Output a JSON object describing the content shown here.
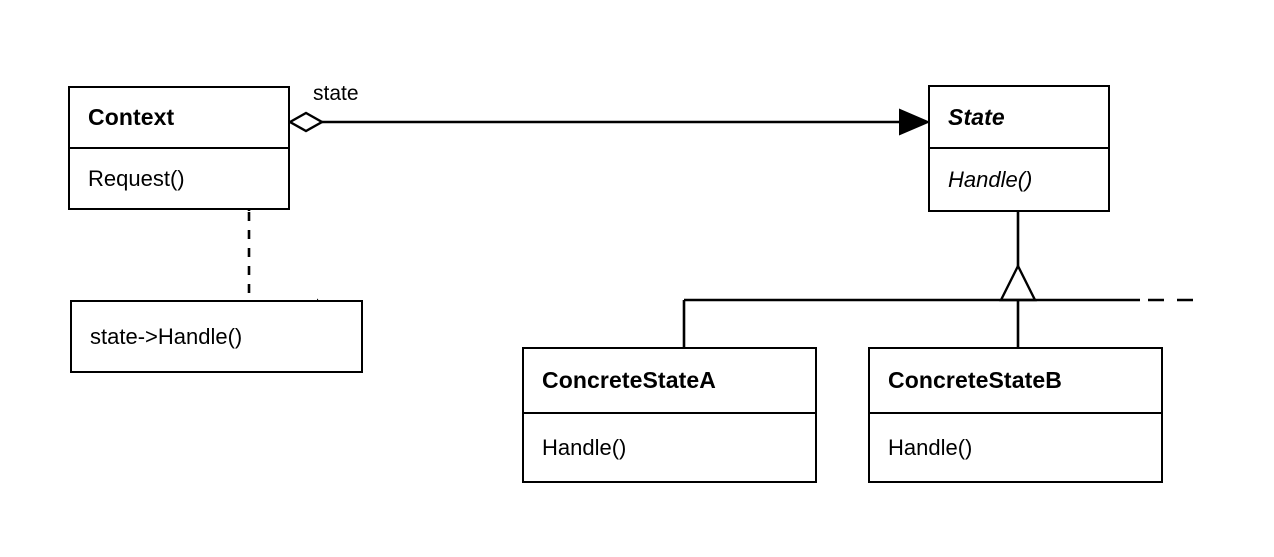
{
  "diagram": {
    "title": "State pattern class diagram",
    "notation": "UML class diagram",
    "background_color": "#ffffff",
    "line_color": "#000000",
    "fold_fill_color": "#b3b3b3",
    "classes": [
      {
        "id": "context",
        "name": "Context",
        "abstract": false,
        "operations": [
          "Request()"
        ],
        "operations_abstract": false
      },
      {
        "id": "state",
        "name": "State",
        "abstract": true,
        "operations": [
          "Handle()"
        ],
        "operations_abstract": true
      },
      {
        "id": "concrete-state-a",
        "name": "ConcreteStateA",
        "abstract": false,
        "operations": [
          "Handle()"
        ],
        "operations_abstract": false
      },
      {
        "id": "concrete-state-b",
        "name": "ConcreteStateB",
        "abstract": false,
        "operations": [
          "Handle()"
        ],
        "operations_abstract": false
      }
    ],
    "notes": [
      {
        "id": "request-note",
        "text": "state->Handle()",
        "attached_to": "Request()"
      }
    ],
    "edge_labels": [
      {
        "id": "role-state",
        "text": "state"
      }
    ],
    "relationships": [
      {
        "id": "context-state-association",
        "from": "Context",
        "to": "State",
        "kind": "aggregation-with-navigable-arrow",
        "source_decoration": "open-diamond",
        "target_decoration": "filled-arrowhead",
        "label": "state"
      },
      {
        "id": "concrete-a-generalization",
        "from": "ConcreteStateA",
        "to": "State",
        "kind": "generalization",
        "target_decoration": "hollow-triangle"
      },
      {
        "id": "concrete-b-generalization",
        "from": "ConcreteStateB",
        "to": "State",
        "kind": "generalization",
        "target_decoration": "hollow-triangle"
      },
      {
        "id": "request-note-link",
        "from": "Request()",
        "to": "state->Handle()",
        "kind": "note-anchor-dashed",
        "source_decoration": "small-circle"
      },
      {
        "id": "more-subclasses",
        "kind": "dashed-continuation",
        "meaning": "further subclasses elided"
      }
    ]
  }
}
